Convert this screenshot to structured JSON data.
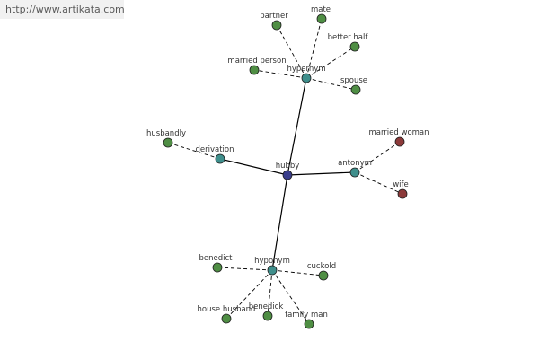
{
  "watermark": {
    "text": "http://www.artikata.com"
  },
  "colors": {
    "center": "#3a3e8c",
    "relation": "#3f8f8c",
    "related": "#4f8e44",
    "antonym_word": "#8c3a3a",
    "node_stroke": "#1f1f1f",
    "edge": "#000000"
  },
  "graph": {
    "nodes": [
      {
        "id": "hubby",
        "label": "hubby",
        "type": "center"
      },
      {
        "id": "hypernym",
        "label": "hypernym",
        "type": "relation"
      },
      {
        "id": "derivation",
        "label": "derivation",
        "type": "relation"
      },
      {
        "id": "antonym",
        "label": "antonym",
        "type": "relation"
      },
      {
        "id": "hyponym",
        "label": "hyponym",
        "type": "relation"
      },
      {
        "id": "partner",
        "label": "partner",
        "type": "related"
      },
      {
        "id": "mate",
        "label": "mate",
        "type": "related"
      },
      {
        "id": "better-half",
        "label": "better half",
        "type": "related"
      },
      {
        "id": "married-person",
        "label": "married person",
        "type": "related"
      },
      {
        "id": "spouse",
        "label": "spouse",
        "type": "related"
      },
      {
        "id": "husbandly",
        "label": "husbandly",
        "type": "related"
      },
      {
        "id": "married-woman",
        "label": "married woman",
        "type": "antonym_word"
      },
      {
        "id": "wife",
        "label": "wife",
        "type": "antonym_word"
      },
      {
        "id": "benedict",
        "label": "benedict",
        "type": "related"
      },
      {
        "id": "cuckold",
        "label": "cuckold",
        "type": "related"
      },
      {
        "id": "house-husband",
        "label": "house husband",
        "type": "related"
      },
      {
        "id": "benedick",
        "label": "benedick",
        "type": "related"
      },
      {
        "id": "family-man",
        "label": "family man",
        "type": "related"
      }
    ],
    "edges": [
      {
        "from": "hubby",
        "to": "hypernym",
        "style": "solid"
      },
      {
        "from": "hubby",
        "to": "derivation",
        "style": "solid"
      },
      {
        "from": "hubby",
        "to": "antonym",
        "style": "solid"
      },
      {
        "from": "hubby",
        "to": "hyponym",
        "style": "solid"
      },
      {
        "from": "hypernym",
        "to": "partner",
        "style": "dashed"
      },
      {
        "from": "hypernym",
        "to": "mate",
        "style": "dashed"
      },
      {
        "from": "hypernym",
        "to": "better-half",
        "style": "dashed"
      },
      {
        "from": "hypernym",
        "to": "married-person",
        "style": "dashed"
      },
      {
        "from": "hypernym",
        "to": "spouse",
        "style": "dashed"
      },
      {
        "from": "derivation",
        "to": "husbandly",
        "style": "dashed"
      },
      {
        "from": "antonym",
        "to": "married-woman",
        "style": "dashed"
      },
      {
        "from": "antonym",
        "to": "wife",
        "style": "dashed"
      },
      {
        "from": "hyponym",
        "to": "benedict",
        "style": "dashed"
      },
      {
        "from": "hyponym",
        "to": "cuckold",
        "style": "dashed"
      },
      {
        "from": "hyponym",
        "to": "house-husband",
        "style": "dashed"
      },
      {
        "from": "hyponym",
        "to": "benedick",
        "style": "dashed"
      },
      {
        "from": "hyponym",
        "to": "family-man",
        "style": "dashed"
      }
    ]
  }
}
